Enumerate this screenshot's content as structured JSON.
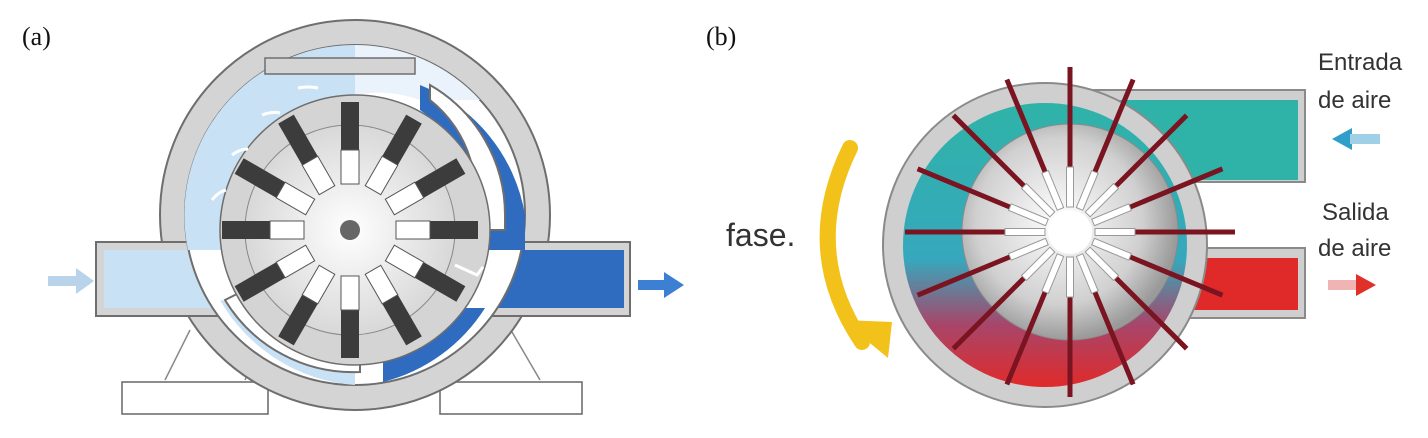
{
  "panels": {
    "a": {
      "label": "(a)"
    },
    "b": {
      "label": "(b)",
      "rotation_label": "fase.",
      "inlet": {
        "line1": "Entrada",
        "line2": "de aire"
      },
      "outlet": {
        "line1": "Salida",
        "line2": "de aire"
      }
    }
  },
  "colors": {
    "casing": "#d4d4d4",
    "casing_edge": "#6e6e6e",
    "intake_blue": "#c8e1f5",
    "discharge_blue": "#2f6cc0",
    "vane_dark": "#3c3c3c",
    "teal": "#2fb3a8",
    "red": "#e02a2a",
    "arrow_yellow": "#f2c21a"
  }
}
